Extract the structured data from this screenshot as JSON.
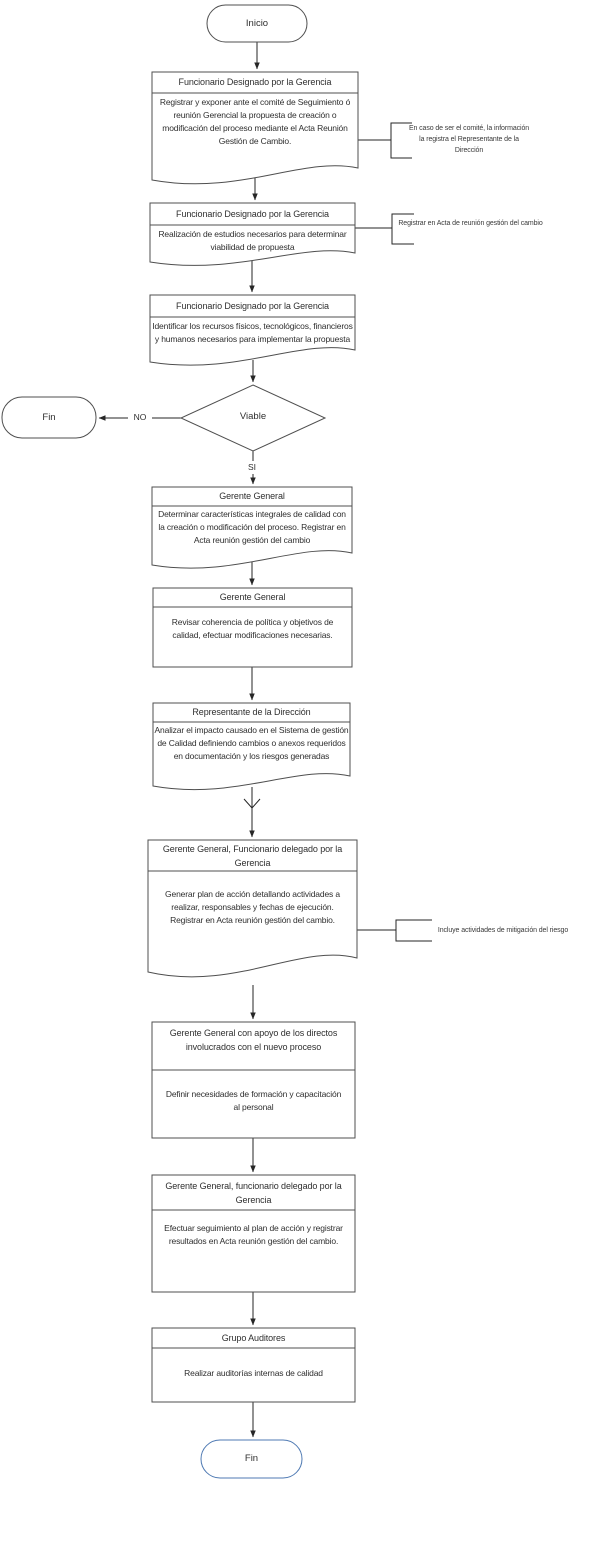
{
  "colors": {
    "shape_stroke": "#4f4f4f",
    "connector_stroke": "#262626",
    "end_terminator_accent": "#4f7ab3",
    "text": "#2f2f2f"
  },
  "flowchart": {
    "start_label": "Inicio",
    "end_left_label": "Fin",
    "end_label": "Fin",
    "decision": {
      "label": "Viable",
      "no": "NO",
      "yes": "SI"
    },
    "steps": [
      {
        "header": "Funcionario Designado por la Gerencia",
        "body": "Registrar y exponer ante el comité de Seguimiento ó reunión Gerencial la propuesta de creación o modificación del proceso mediante el Acta Reunión Gestión de Cambio."
      },
      {
        "header": "Funcionario Designado por la Gerencia",
        "body": "Realización de estudios necesarios para determinar viabilidad de propuesta"
      },
      {
        "header": "Funcionario Designado por la Gerencia",
        "body": "Identificar los recursos físicos, tecnológicos, financieros y humanos necesarios para implementar la propuesta"
      },
      {
        "header": "Gerente General",
        "body": "Determinar características integrales de calidad con la creación o modificación del proceso. Registrar en Acta reunión gestión del cambio"
      },
      {
        "header": "Gerente General",
        "body": "Revisar coherencia de política y objetivos de calidad, efectuar modificaciones necesarias."
      },
      {
        "header": "Representante de la Dirección",
        "body": "Analizar el impacto causado en el Sistema de gestión de Calidad definiendo cambios o anexos requeridos en documentación y los riesgos generadas"
      },
      {
        "header": "Gerente General, Funcionario delegado por la Gerencia",
        "body": "Generar plan de acción detallando actividades a realizar, responsables y fechas de ejecución. Registrar en Acta reunión gestión del cambio."
      },
      {
        "header": "Gerente General con apoyo de los directos involucrados con el nuevo proceso",
        "body": "Definir necesidades de formación y capacitación al personal"
      },
      {
        "header": "Gerente General, funcionario delegado por la Gerencia",
        "body": "Efectuar seguimiento al plan de acción y registrar resultados en Acta reunión gestión del cambio."
      },
      {
        "header": "Grupo Auditores",
        "body": "Realizar auditorías internas de calidad"
      }
    ],
    "annotations": [
      "En caso de ser el comité, la información la registra el Representante de la Dirección",
      "Registrar en Acta de reunión gestión del cambio",
      "Incluye actividades de mitigación del riesgo"
    ]
  }
}
